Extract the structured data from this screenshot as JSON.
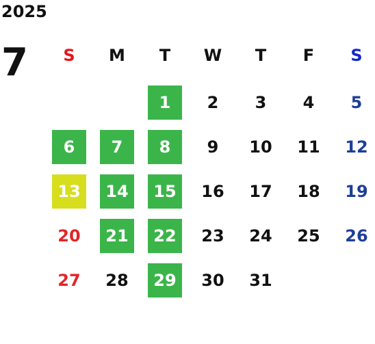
{
  "calendar": {
    "year": "2025",
    "month": "7",
    "weekdays": [
      {
        "label": "S",
        "color": "#e8141b"
      },
      {
        "label": "M",
        "color": "#111111"
      },
      {
        "label": "T",
        "color": "#111111"
      },
      {
        "label": "W",
        "color": "#111111"
      },
      {
        "label": "T",
        "color": "#111111"
      },
      {
        "label": "F",
        "color": "#111111"
      },
      {
        "label": "S",
        "color": "#1428c8"
      }
    ],
    "weeks": [
      [
        null,
        null,
        {
          "d": "1",
          "bg": "#3bb54a",
          "fg": "#ffffff"
        },
        {
          "d": "2"
        },
        {
          "d": "3"
        },
        {
          "d": "4"
        },
        {
          "d": "5",
          "fg": "#1f3f96"
        }
      ],
      [
        {
          "d": "6",
          "bg": "#3bb54a",
          "fg": "#ffffff"
        },
        {
          "d": "7",
          "bg": "#3bb54a",
          "fg": "#ffffff"
        },
        {
          "d": "8",
          "bg": "#3bb54a",
          "fg": "#ffffff"
        },
        {
          "d": "9"
        },
        {
          "d": "10"
        },
        {
          "d": "11"
        },
        {
          "d": "12",
          "fg": "#1f3f96"
        }
      ],
      [
        {
          "d": "13",
          "bg": "#d6de1e",
          "fg": "#ffffff"
        },
        {
          "d": "14",
          "bg": "#3bb54a",
          "fg": "#ffffff"
        },
        {
          "d": "15",
          "bg": "#3bb54a",
          "fg": "#ffffff"
        },
        {
          "d": "16"
        },
        {
          "d": "17"
        },
        {
          "d": "18"
        },
        {
          "d": "19",
          "fg": "#1f3f96"
        }
      ],
      [
        {
          "d": "20",
          "fg": "#e0262a"
        },
        {
          "d": "21",
          "bg": "#3bb54a",
          "fg": "#ffffff"
        },
        {
          "d": "22",
          "bg": "#3bb54a",
          "fg": "#ffffff"
        },
        {
          "d": "23"
        },
        {
          "d": "24"
        },
        {
          "d": "25"
        },
        {
          "d": "26",
          "fg": "#1f3f96"
        }
      ],
      [
        {
          "d": "27",
          "fg": "#e0262a"
        },
        {
          "d": "28"
        },
        {
          "d": "29",
          "bg": "#3bb54a",
          "fg": "#ffffff"
        },
        {
          "d": "30"
        },
        {
          "d": "31"
        },
        null,
        null
      ]
    ],
    "default_fg": "#111111"
  }
}
